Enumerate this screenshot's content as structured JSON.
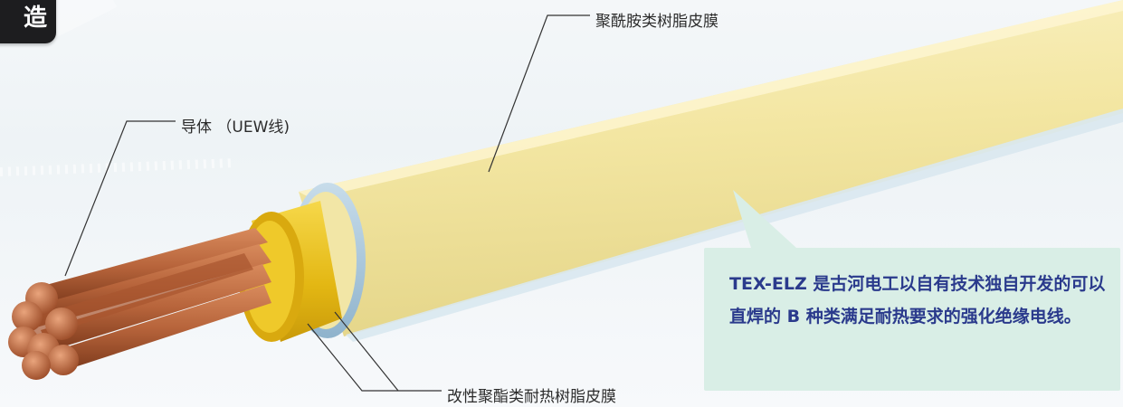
{
  "header": {
    "tag_text": "造"
  },
  "diagram": {
    "layers": [
      {
        "id": "polyamide",
        "label": "聚酰胺类树脂皮膜"
      },
      {
        "id": "conductor",
        "label": "导体 （UEW线)"
      },
      {
        "id": "polyester",
        "label": "改性聚酯类耐热树脂皮膜"
      }
    ]
  },
  "callout": {
    "text": "TEX-ELZ 是古河电工以自有技术独自开发的可以直焊的 B 种类满足耐热要求的强化绝缘电线。"
  },
  "colors": {
    "polyamide_layer": "#f4e9a8",
    "outer_rim": "#a9c9dd",
    "polyester_layer": "#e8c21a",
    "copper": "#b8643c",
    "callout_bg": "#d9eee6",
    "callout_text": "#2a3a8c"
  }
}
